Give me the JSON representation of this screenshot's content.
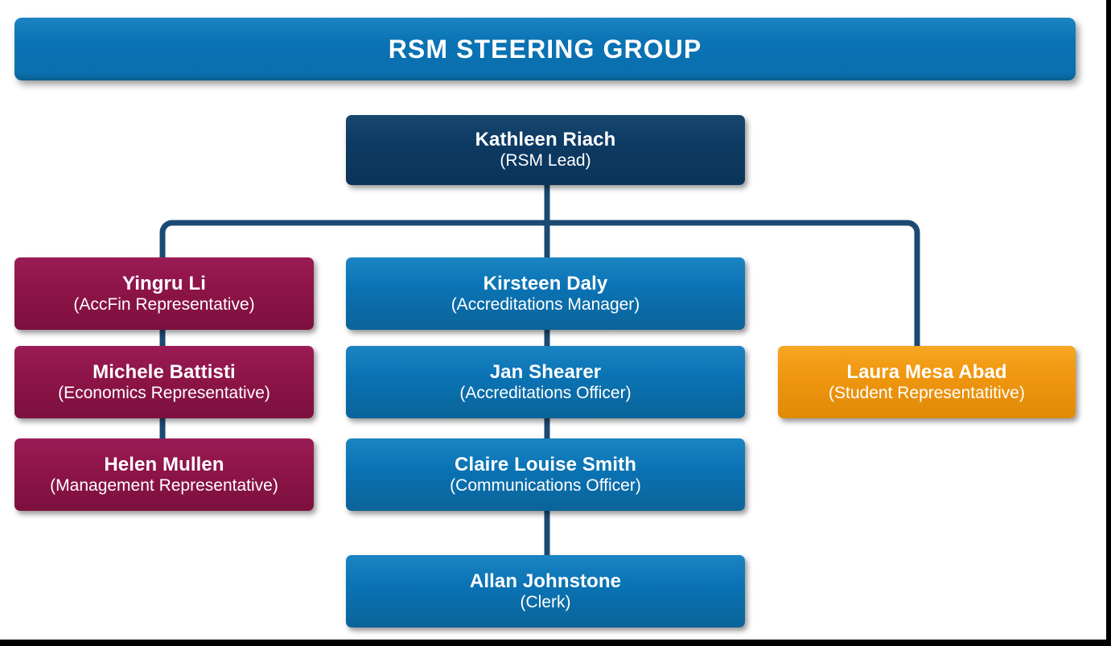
{
  "banner": {
    "title": "RSM STEERING GROUP"
  },
  "colors": {
    "banner_blue": "#0a73b4",
    "lead_navy": "#0d3a63",
    "node_blue": "#0a73b4",
    "node_maroon": "#8e1448",
    "node_orange": "#f0960f",
    "connector": "#1b4a73",
    "text": "#ffffff",
    "frame": "#000000",
    "background": "#ffffff"
  },
  "lead": {
    "name": "Kathleen Riach",
    "role": "(RSM Lead)"
  },
  "columns": {
    "left": {
      "nodes": [
        {
          "name": "Yingru Li",
          "role": "(AccFin Representative)"
        },
        {
          "name": "Michele Battisti",
          "role": "(Economics Representative)"
        },
        {
          "name": "Helen Mullen",
          "role": "(Management Representative)"
        }
      ]
    },
    "center": {
      "nodes": [
        {
          "name": "Kirsteen Daly",
          "role": "(Accreditations Manager)"
        },
        {
          "name": "Jan Shearer",
          "role": "(Accreditations Officer)"
        },
        {
          "name": "Claire Louise Smith",
          "role": "(Communications Officer)"
        },
        {
          "name": "Allan Johnstone",
          "role": "(Clerk)"
        }
      ]
    },
    "right": {
      "nodes": [
        {
          "name": "Laura Mesa Abad",
          "role": "(Student Representatitive)"
        }
      ]
    }
  }
}
